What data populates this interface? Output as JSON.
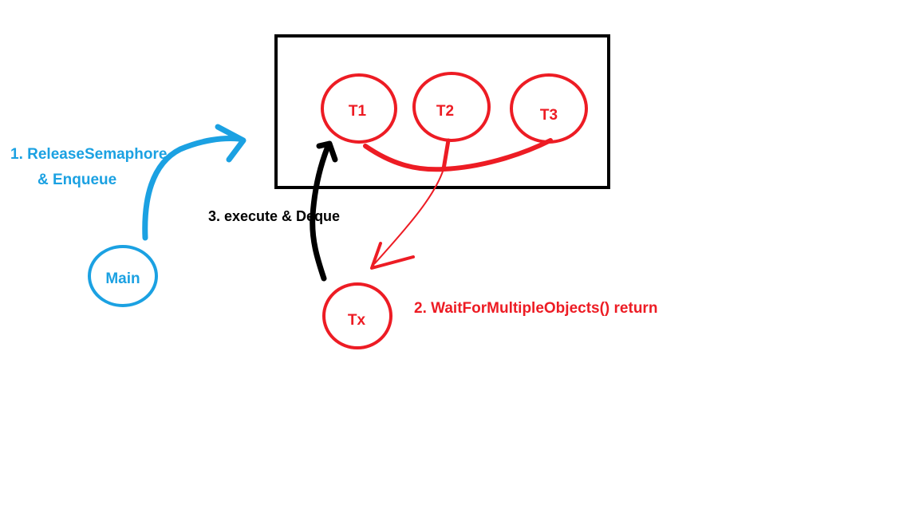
{
  "colors": {
    "background": "#ffffff",
    "blue": "#1ba1e2",
    "red": "#ed1c24",
    "black": "#000000"
  },
  "nodes": {
    "t1": "T1",
    "t2": "T2",
    "t3": "T3",
    "tx": "Tx",
    "main": "Main"
  },
  "labels": {
    "step1_line1": "1. ReleaseSemaphore",
    "step1_line2": "& Enqueue",
    "step2": "2. WaitForMultipleObjects() return",
    "step3": "3. execute & Deque"
  }
}
